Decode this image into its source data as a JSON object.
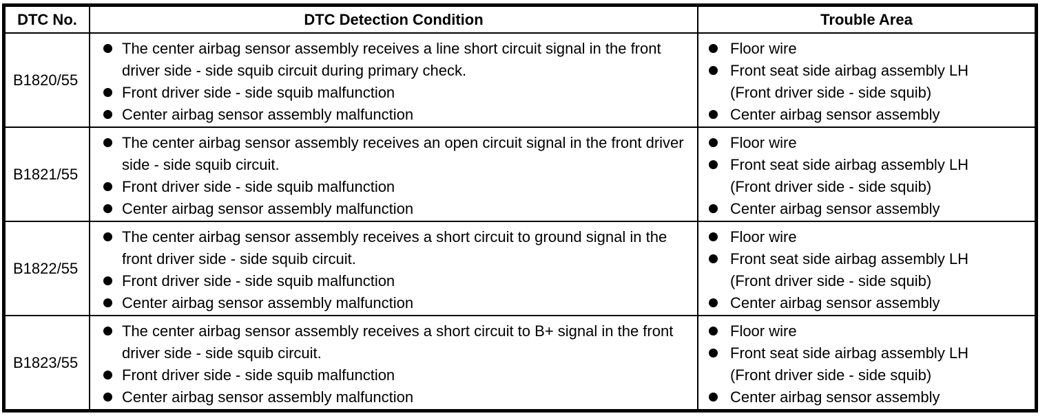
{
  "colors": {
    "text": "#000000",
    "background": "#ffffff",
    "border": "#000000"
  },
  "table": {
    "headers": {
      "dtc_no": "DTC No.",
      "detection": "DTC Detection Condition",
      "trouble": "Trouble Area"
    },
    "rows": [
      {
        "dtc": "B1820/55",
        "conditions": [
          "The center airbag sensor assembly receives a line short circuit signal in the front driver side - side squib circuit during primary check.",
          "Front driver side - side squib malfunction",
          "Center airbag sensor assembly malfunction"
        ],
        "trouble": [
          {
            "text": "Floor wire"
          },
          {
            "text": "Front seat side airbag assembly LH",
            "sub": "(Front driver side - side squib)"
          },
          {
            "text": "Center airbag sensor assembly"
          }
        ]
      },
      {
        "dtc": "B1821/55",
        "conditions": [
          "The center airbag sensor assembly receives an open circuit signal in the front driver side - side squib circuit.",
          "Front driver side - side squib malfunction",
          "Center airbag sensor assembly malfunction"
        ],
        "trouble": [
          {
            "text": "Floor wire"
          },
          {
            "text": "Front seat side airbag assembly LH",
            "sub": "(Front driver side - side squib)"
          },
          {
            "text": "Center airbag sensor assembly"
          }
        ]
      },
      {
        "dtc": "B1822/55",
        "conditions": [
          "The center airbag sensor assembly receives a short circuit to ground signal in the front driver side - side squib circuit.",
          "Front driver side - side squib malfunction",
          "Center airbag sensor assembly malfunction"
        ],
        "trouble": [
          {
            "text": "Floor wire"
          },
          {
            "text": "Front seat side airbag assembly LH",
            "sub": "(Front driver side - side squib)"
          },
          {
            "text": "Center airbag sensor assembly"
          }
        ]
      },
      {
        "dtc": "B1823/55",
        "conditions": [
          "The center airbag sensor assembly receives a short circuit to B+ signal in the front driver side - side squib circuit.",
          "Front driver side - side squib malfunction",
          "Center airbag sensor assembly malfunction"
        ],
        "trouble": [
          {
            "text": "Floor wire"
          },
          {
            "text": "Front seat side airbag assembly LH",
            "sub": "(Front driver side - side squib)"
          },
          {
            "text": "Center airbag sensor assembly"
          }
        ]
      }
    ]
  }
}
